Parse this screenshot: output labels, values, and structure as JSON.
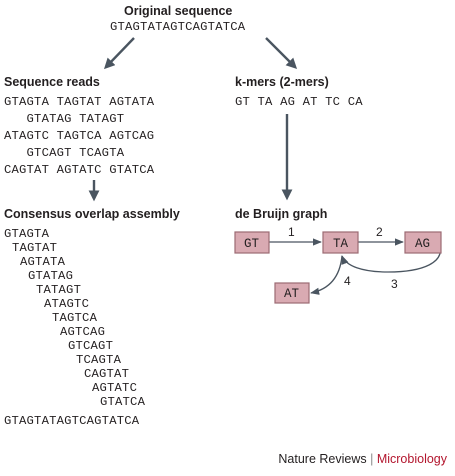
{
  "original": {
    "heading": "Original sequence",
    "sequence": "GTAGTATAGTCAGTATCA"
  },
  "reads": {
    "heading": "Sequence reads",
    "lines": [
      "GTAGTA TAGTAT AGTATA",
      "   GTATAG TATAGT",
      "ATAGTC TAGTCA AGTCAG",
      "   GTCAGT TCAGTA",
      "CAGTAT AGTATC GTATCA"
    ]
  },
  "kmers": {
    "heading": "k-mers (2-mers)",
    "list": "GT TA AG AT TC CA"
  },
  "assembly": {
    "heading": "Consensus overlap assembly",
    "reads": [
      "GTAGTA",
      "TAGTAT",
      "AGTATA",
      "GTATAG",
      "TATAGT",
      "ATAGTC",
      "TAGTCA",
      "AGTCAG",
      "GTCAGT",
      "TCAGTA",
      "CAGTAT",
      "AGTATC",
      "GTATCA"
    ],
    "consensus": "GTAGTATAGTCAGTATCA"
  },
  "graph": {
    "heading": "de Bruijn graph",
    "nodes": [
      {
        "id": "gt",
        "label": "GT"
      },
      {
        "id": "ta",
        "label": "TA"
      },
      {
        "id": "ag",
        "label": "AG"
      },
      {
        "id": "at",
        "label": "AT"
      }
    ],
    "edges": [
      {
        "from": "GT",
        "to": "TA",
        "label": "1"
      },
      {
        "from": "TA",
        "to": "AG",
        "label": "2"
      },
      {
        "from": "AG",
        "to": "TA",
        "label": "3"
      },
      {
        "from": "TA",
        "to": "AT",
        "label": "4"
      }
    ],
    "node_fill": "#d9aab2",
    "node_stroke": "#9b6a73"
  },
  "footer": {
    "journal": "Nature Reviews",
    "separator": "|",
    "section": "Microbiology"
  },
  "colors": {
    "arrow": "#4a5560",
    "text": "#231f20",
    "accent": "#b3162e"
  }
}
